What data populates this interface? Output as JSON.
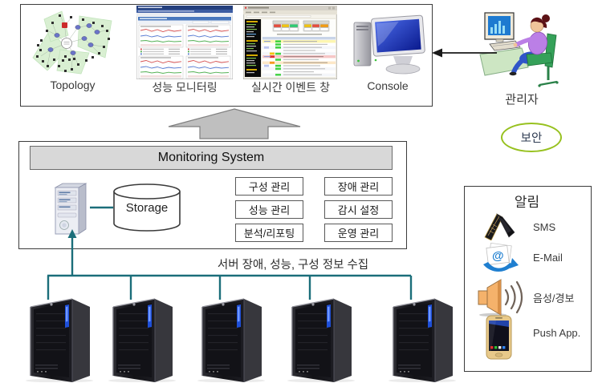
{
  "top_panel": {
    "items": [
      {
        "label": "Topology"
      },
      {
        "label": "성능 모니터링"
      },
      {
        "label": "실시간 이벤트 창"
      },
      {
        "label": "Console"
      }
    ]
  },
  "admin_label": "관리자",
  "security_label": "보안",
  "monitoring_system": {
    "title": "Monitoring System",
    "storage_label": "Storage",
    "modules_left": [
      "구성 관리",
      "성능 관리",
      "분석/리포팅"
    ],
    "modules_right": [
      "장애 관리",
      "감시 설정",
      "운영 관리"
    ]
  },
  "collection_caption": "서버 장애, 성능, 구성 정보 수집",
  "notification_panel": {
    "title": "알림",
    "items": [
      {
        "icon": "flip-phone-icon",
        "label": "SMS"
      },
      {
        "icon": "email-icon",
        "label": "E-Mail"
      },
      {
        "icon": "speaker-icon",
        "label": "음성/경보"
      },
      {
        "icon": "smartphone-icon",
        "label": "Push App."
      }
    ]
  },
  "colors": {
    "connector_teal": "#1b6e7a",
    "security_green": "#97c11f",
    "block_arrow_gray": "#bfbfbf",
    "header_gray": "#d8d8d8"
  }
}
